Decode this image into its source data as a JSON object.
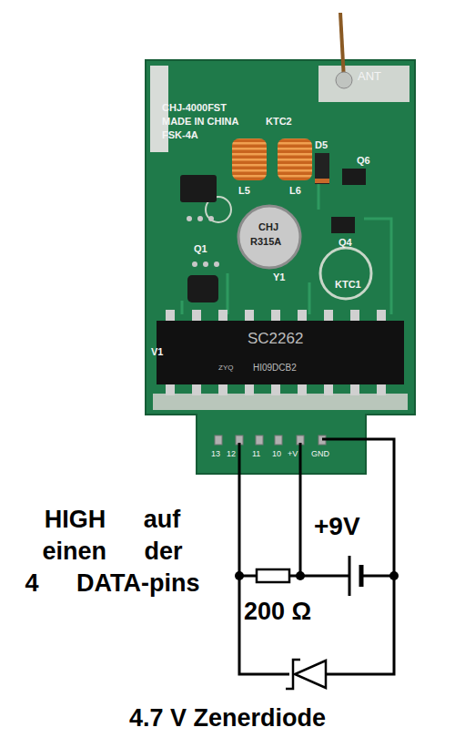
{
  "diagram": {
    "labels": [
      "CHJ-4000FST",
      "MADE IN CHINA",
      "KTC2",
      "FSK-4A",
      "ANT",
      "D5",
      "Q6",
      "L5",
      "L6",
      "CHJ",
      "R315A",
      "Y1",
      "Q1",
      "Q4",
      "KTC1",
      "V1",
      "SC2262",
      "ZYQ",
      "HI09DCB2",
      "13",
      "12",
      "11",
      "10",
      "+V",
      "GND",
      "HIGH auf einen der 4 DATA-pins",
      "+9V",
      "200 Ω",
      "4.7 V Zenerdiode"
    ]
  }
}
